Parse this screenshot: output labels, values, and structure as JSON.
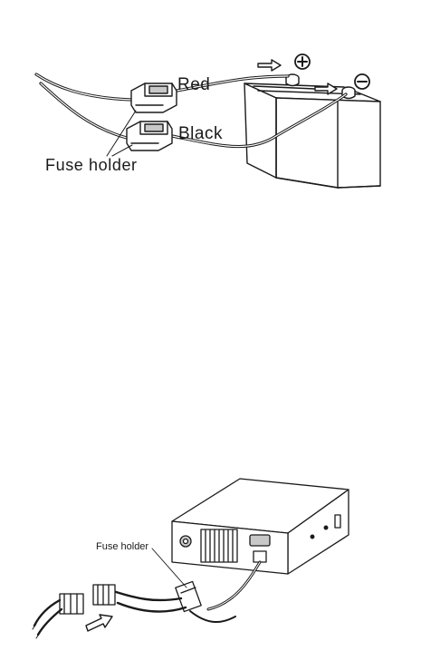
{
  "diagram_top": {
    "label_red": "Red",
    "label_black": "Black",
    "label_fuse_holder": "Fuse holder",
    "terminal_positive_icon": "plus-circle-icon",
    "terminal_negative_icon": "minus-circle-icon",
    "arrow_icon": "right-arrow-icon"
  },
  "diagram_bottom": {
    "label_fuse_holder": "Fuse holder",
    "arrow_icon": "right-arrow-icon"
  },
  "colors": {
    "line": "#1a1a1a",
    "background": "#ffffff",
    "shade": "#c8c8c8"
  }
}
